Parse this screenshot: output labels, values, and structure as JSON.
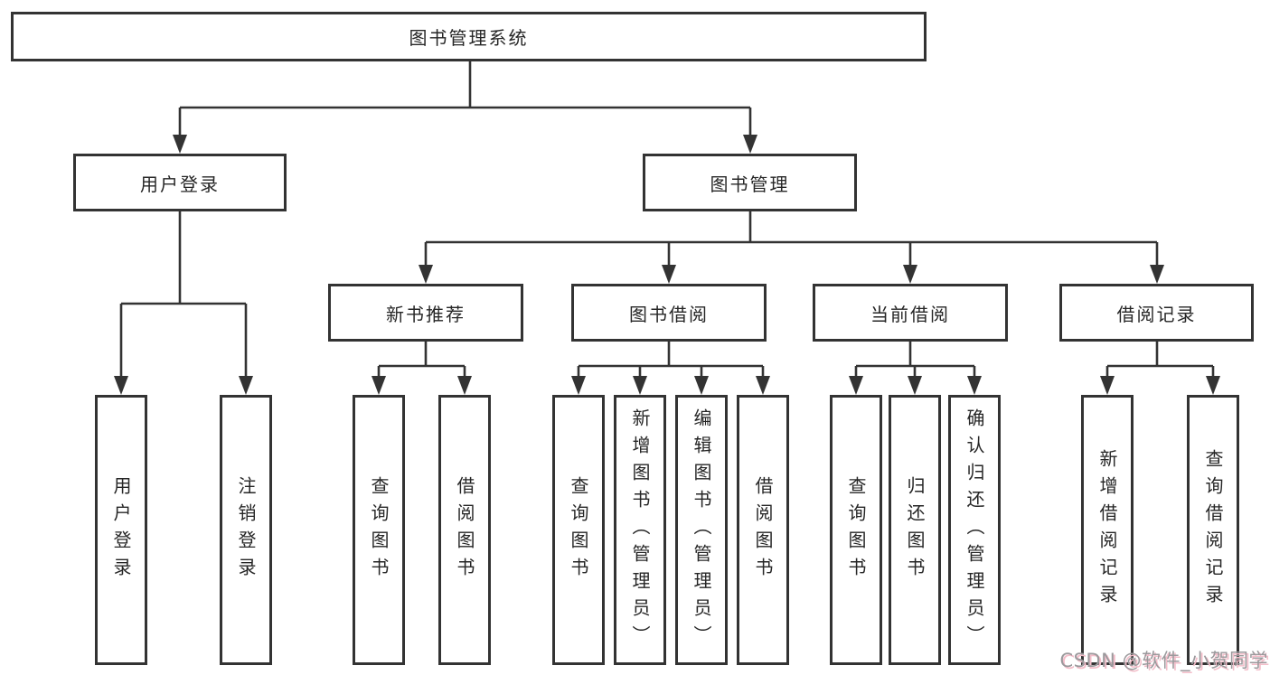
{
  "diagram": {
    "root": {
      "label": "图书管理系统"
    },
    "level2": [
      {
        "label": "用户登录"
      },
      {
        "label": "图书管理"
      }
    ],
    "level3": [
      {
        "label": "新书推荐"
      },
      {
        "label": "图书借阅"
      },
      {
        "label": "当前借阅"
      },
      {
        "label": "借阅记录"
      }
    ],
    "leaves": {
      "login": [
        {
          "label": "用户登录"
        },
        {
          "label": "注销登录"
        }
      ],
      "recommend": [
        {
          "label": "查询图书"
        },
        {
          "label": "借阅图书"
        }
      ],
      "borrow": [
        {
          "label": "查询图书"
        },
        {
          "label": "新增图书（管理员）"
        },
        {
          "label": "编辑图书（管理员）"
        },
        {
          "label": "借阅图书"
        }
      ],
      "current": [
        {
          "label": "查询图书"
        },
        {
          "label": "归还图书"
        },
        {
          "label": "确认归还（管理员）"
        }
      ],
      "record": [
        {
          "label": "新增借阅记录"
        },
        {
          "label": "查询借阅记录"
        }
      ]
    }
  },
  "watermark": {
    "text": "CSDN @软件_小贺同学"
  },
  "colors": {
    "line": "#333333",
    "box_border": "#333333",
    "text": "#262626",
    "background": "#ffffff",
    "watermark_gray": "#9b999c",
    "watermark_pink": "#f3bdc9"
  }
}
